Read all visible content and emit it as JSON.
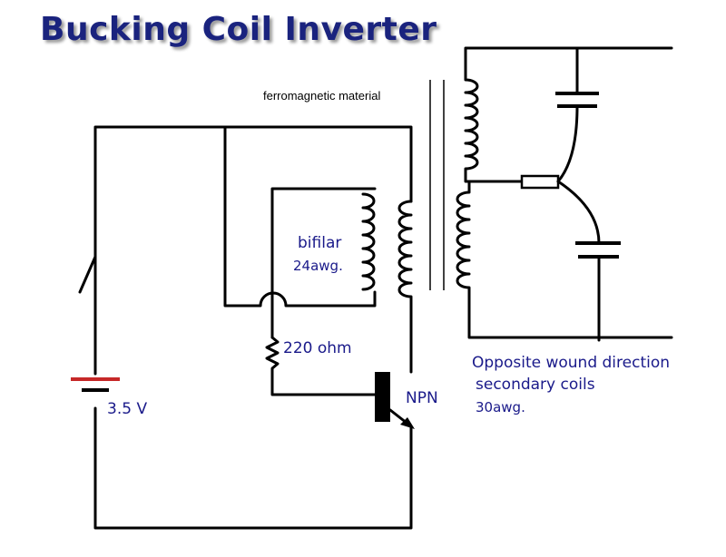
{
  "title": "Bucking Coil Inverter",
  "labels": {
    "ferro": "ferromagnetic material",
    "bifilar": "bifilar",
    "bifilar_gauge": "24awg.",
    "resistor": "220 ohm",
    "battery": "3.5 V",
    "transistor": "NPN",
    "secondary_line1": "Opposite wound direction",
    "secondary_line2": "secondary coils",
    "secondary_gauge": "30awg."
  },
  "colors": {
    "title": "#1a237e",
    "label": "#1a1a8a",
    "battery_positive": "#c62828",
    "wire": "#000000"
  }
}
